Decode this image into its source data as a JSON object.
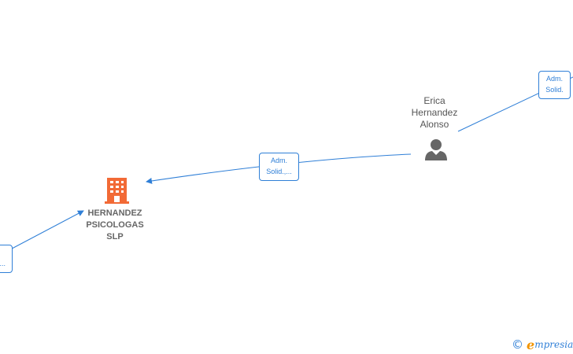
{
  "colors": {
    "edge": "#2f7fd7",
    "company_icon": "#f26a36",
    "person_icon": "#666666",
    "brand_accent": "#f29400"
  },
  "nodes": {
    "company": {
      "icon": "building-icon",
      "name_lines": [
        "HERNANDEZ",
        "PSICOLOGAS",
        "SLP"
      ]
    },
    "person": {
      "icon": "person-icon",
      "name_lines": [
        "Erica",
        "Hernandez",
        "Alonso"
      ]
    }
  },
  "edges": [
    {
      "label_lines": [
        "Adm.",
        "Solid.,..."
      ]
    },
    {
      "label_lines": [
        "Adm.",
        "Solid."
      ]
    },
    {
      "label_lines": [
        "...."
      ]
    }
  ],
  "brand": {
    "copyright_symbol": "©",
    "initial": "e",
    "name": "mpresia"
  }
}
